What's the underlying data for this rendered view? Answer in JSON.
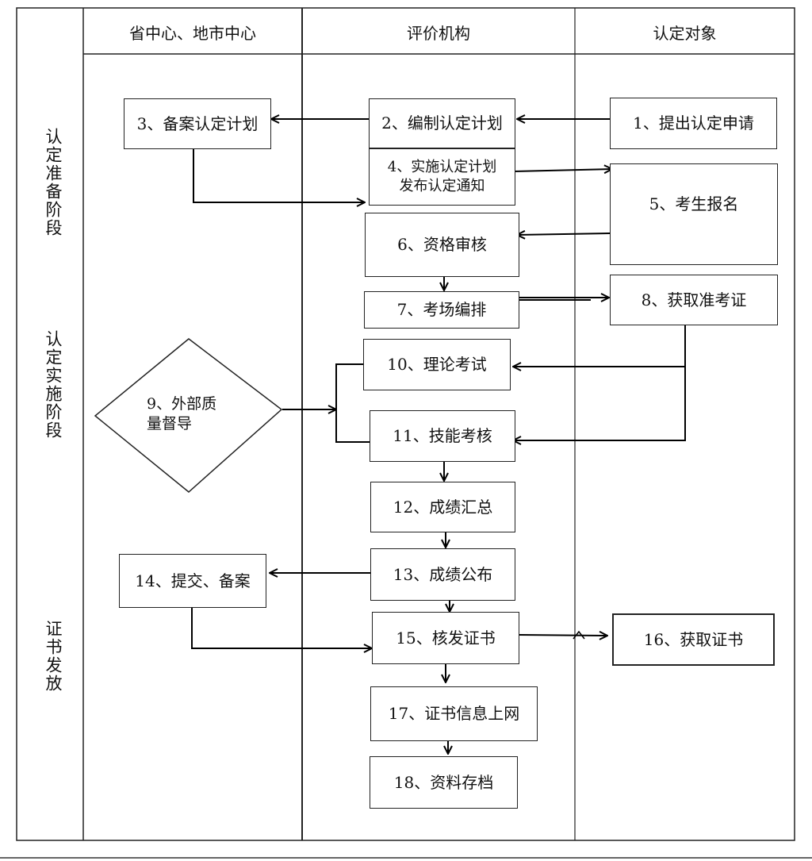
{
  "headers": {
    "lane1": "省中心、地市中心",
    "lane2": "评价机构",
    "lane3": "认定对象"
  },
  "stages": {
    "prep": "认定准备阶段",
    "impl": "认定实施阶段",
    "cert": "证书发放"
  },
  "steps": {
    "s1": "1、提出认定申请",
    "s2": "2、编制认定计划",
    "s3": "3、备案认定计划",
    "s4_line1": "4、实施认定计划",
    "s4_line2": "发布认定通知",
    "s5": "5、考生报名",
    "s6": "6、资格审核",
    "s7": "7、考场编排",
    "s8": "8、获取准考证",
    "s9_line1": "9、外部质",
    "s9_line2": "量督导",
    "s10": "10、理论考试",
    "s11": "11、技能考核",
    "s12": "12、成绩汇总",
    "s13": "13、成绩公布",
    "s14": "14、提交、备案",
    "s15": "15、核发证书",
    "s16": "16、获取证书",
    "s17": "17、证书信息上网",
    "s18": "18、资料存档"
  }
}
